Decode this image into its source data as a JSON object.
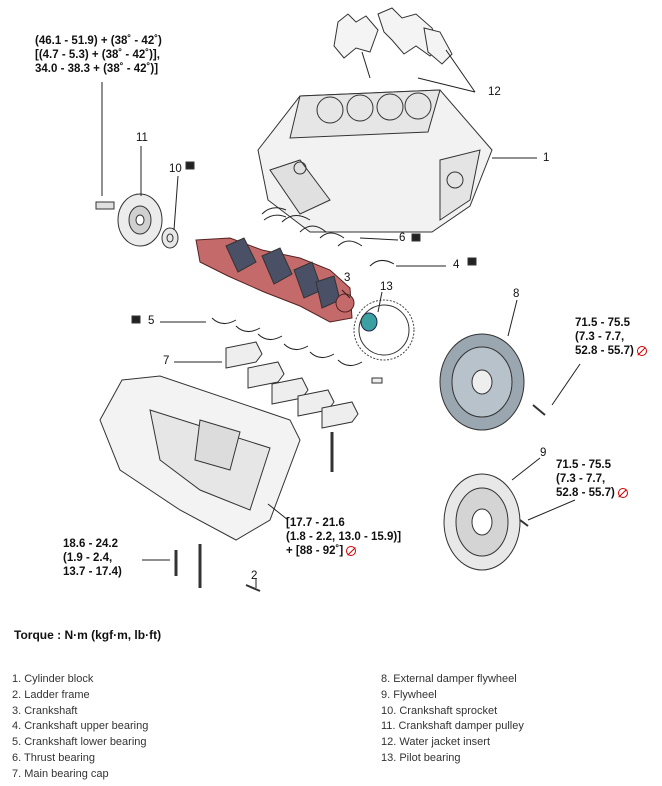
{
  "torque_specs": {
    "crank_pulley_bolt": [
      "(46.1 - 51.9) + (38˚ - 42˚)",
      "[(4.7 - 5.3) + (38˚ - 42˚)],",
      "34.0 - 38.3 + (38˚ - 42˚)]"
    ],
    "external_flywheel_bolt": [
      "71.5 - 75.5",
      "(7.3 - 7.7,",
      "52.8 - 55.7)"
    ],
    "flywheel_bolt": [
      "71.5 - 75.5",
      "(7.3 - 7.7,",
      "52.8 - 55.7)"
    ],
    "bearing_cap_bolt": [
      "[17.7 - 21.6",
      "(1.8 - 2.2, 13.0 - 15.9)]",
      "+ [88 - 92˚]"
    ],
    "ladder_frame_bolt": [
      "18.6 - 24.2",
      "(1.9 - 2.4,",
      "13.7 - 17.4)"
    ]
  },
  "callouts": {
    "c1": "1",
    "c2": "2",
    "c3": "3",
    "c4": "4",
    "c5": "5",
    "c6": "6",
    "c7": "7",
    "c8": "8",
    "c9": "9",
    "c10": "10",
    "c11": "11",
    "c12": "12",
    "c13": "13"
  },
  "torque_unit": "Torque : N·m (kgf·m, lb·ft)",
  "legend_left": [
    "1. Cylinder block",
    "2. Ladder frame",
    "3. Crankshaft",
    "4. Crankshaft upper bearing",
    "5. Crankshaft lower bearing",
    "6. Thrust bearing",
    "7. Main bearing cap"
  ],
  "legend_right": [
    "8. External damper flywheel",
    "9. Flywheel",
    "10. Crankshaft sprocket",
    "11. Crankshaft damper pulley",
    "12. Water jacket insert",
    "13. Pilot bearing"
  ],
  "colors": {
    "crankshaft": "#c46a6a",
    "crank_dark": "#4a5066",
    "no_reuse": "#d10000"
  },
  "icons": {
    "new_part": "new-part-icon",
    "no_reuse": "do-not-reuse-icon"
  }
}
